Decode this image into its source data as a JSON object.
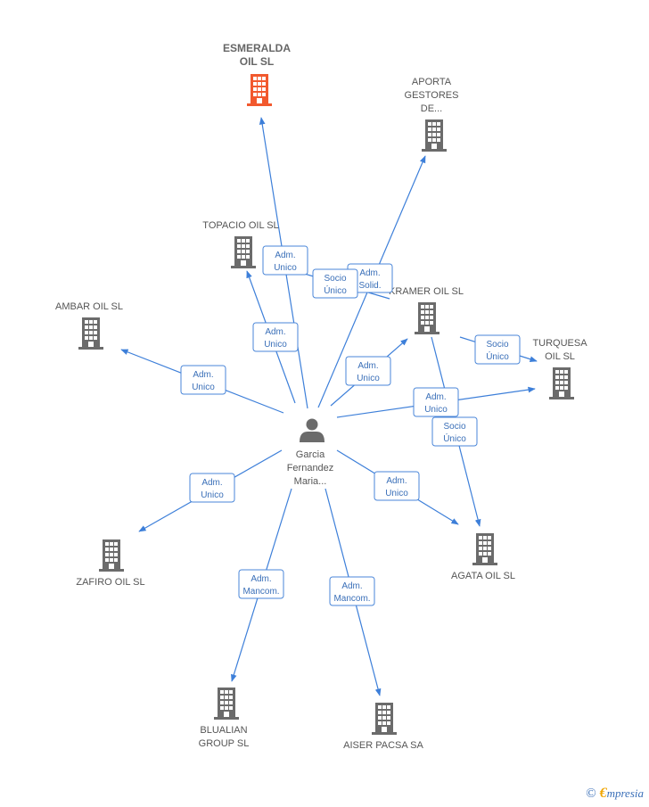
{
  "colors": {
    "edge": "#3d7fd9",
    "building": "#6b6b6b",
    "building_main": "#f2592e",
    "person": "#6b6b6b",
    "label_text": "#3a6fb8"
  },
  "icons": {
    "company": "building-icon",
    "person": "person-icon"
  },
  "center": {
    "id": "person",
    "lines": [
      "Garcia",
      "Fernandez",
      "Maria..."
    ]
  },
  "nodes": [
    {
      "id": "esmeralda",
      "lines": [
        "ESMERALDA",
        "OIL SL"
      ],
      "main": true
    },
    {
      "id": "aporta",
      "lines": [
        "APORTA",
        "GESTORES",
        "DE..."
      ]
    },
    {
      "id": "topacio",
      "lines": [
        "TOPACIO OIL  SL"
      ]
    },
    {
      "id": "kramer",
      "lines": [
        "KRAMER OIL SL"
      ]
    },
    {
      "id": "ambar",
      "lines": [
        "AMBAR OIL SL"
      ]
    },
    {
      "id": "turquesa",
      "lines": [
        "TURQUESA",
        "OIL SL"
      ]
    },
    {
      "id": "zafiro",
      "lines": [
        "ZAFIRO OIL SL"
      ]
    },
    {
      "id": "agata",
      "lines": [
        "AGATA OIL  SL"
      ]
    },
    {
      "id": "blualian",
      "lines": [
        "BLUALIAN",
        "GROUP SL"
      ]
    },
    {
      "id": "aiser",
      "lines": [
        "AISER PACSA SA"
      ]
    }
  ],
  "edges": [
    {
      "from": "person",
      "to": "esmeralda",
      "label": [
        "Adm.",
        "Unico"
      ]
    },
    {
      "from": "person",
      "to": "aporta",
      "label": [
        "Adm.",
        "Solid."
      ]
    },
    {
      "from": "person",
      "to": "topacio",
      "label": [
        "Adm.",
        "Unico"
      ]
    },
    {
      "from": "kramer",
      "to": "topacio",
      "label": [
        "Socio",
        "Único"
      ]
    },
    {
      "from": "person",
      "to": "kramer",
      "label": [
        "Adm.",
        "Unico"
      ]
    },
    {
      "from": "person",
      "to": "ambar",
      "label": [
        "Adm.",
        "Unico"
      ]
    },
    {
      "from": "kramer",
      "to": "turquesa",
      "label": [
        "Socio",
        "Único"
      ]
    },
    {
      "from": "person",
      "to": "turquesa",
      "label": [
        "Adm.",
        "Unico"
      ]
    },
    {
      "from": "kramer",
      "to": "agata",
      "label": [
        "Socio",
        "Único"
      ]
    },
    {
      "from": "person",
      "to": "zafiro",
      "label": [
        "Adm.",
        "Unico"
      ]
    },
    {
      "from": "person",
      "to": "agata",
      "label": [
        "Adm.",
        "Unico"
      ]
    },
    {
      "from": "person",
      "to": "blualian",
      "label": [
        "Adm.",
        "Mancom."
      ]
    },
    {
      "from": "person",
      "to": "aiser",
      "label": [
        "Adm.",
        "Mancom."
      ]
    }
  ],
  "branding": {
    "copyright": "©",
    "initial": "€",
    "rest": "mpresia"
  }
}
